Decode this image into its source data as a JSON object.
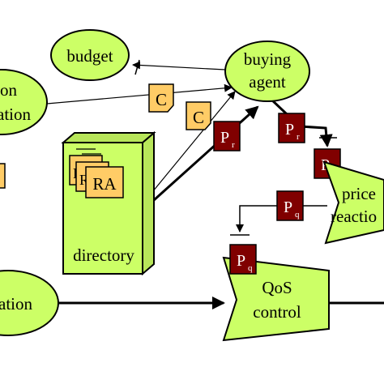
{
  "nodes": {
    "budget": "budget",
    "buying_agent": [
      "buying",
      "agent"
    ],
    "left_top": [
      "on",
      "ation"
    ],
    "directory": "directory",
    "ra_card": "RA",
    "price_reaction": [
      "price",
      "reactio"
    ],
    "qos_control": [
      "QoS",
      "control"
    ],
    "left_bottom": "ation"
  },
  "tokens": {
    "c": "C",
    "p_main": "P",
    "p_sub_r": "r",
    "p_sub_q": "q"
  },
  "colors": {
    "node": "#ccff66",
    "token_c": "#ffcc66",
    "token_p": "#800000"
  }
}
